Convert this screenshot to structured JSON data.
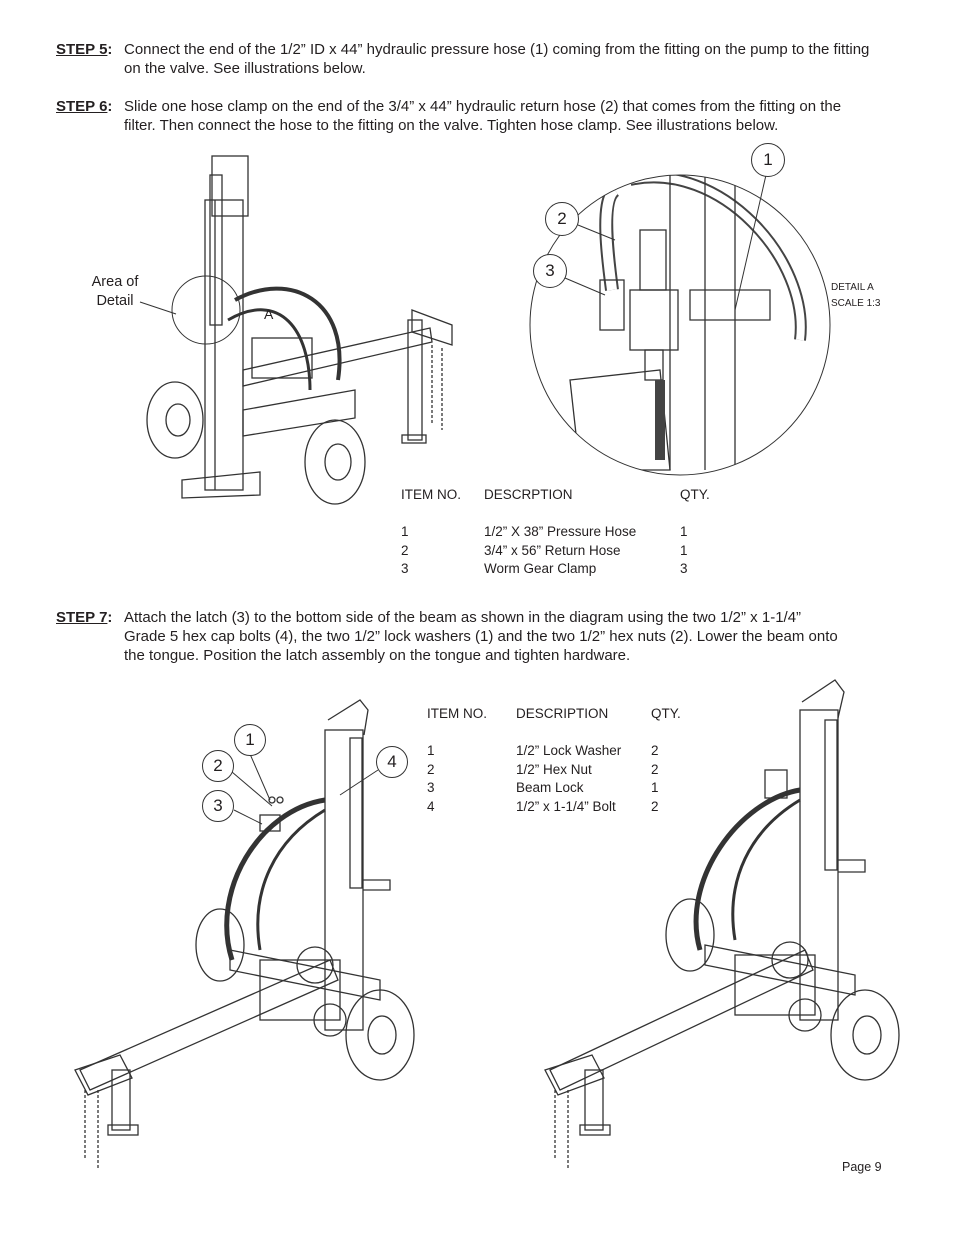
{
  "steps": {
    "step5": {
      "label": "STEP 5",
      "text": "Connect the end of the 1/2” ID x 44” hydraulic pressure hose (1) coming from the fitting on the pump to the fitting on the valve. See illustrations below."
    },
    "step6": {
      "label": "STEP 6",
      "text": "Slide one hose clamp on the end of the 3/4” x 44” hydraulic return hose (2) that comes from the fitting on the filter. Then connect the hose to the fitting on the valve. Tighten hose clamp. See illustrations below."
    },
    "step7": {
      "label": "STEP 7",
      "text": "Attach the latch (3) to the bottom side of the beam as shown in the diagram using the two 1/2” x 1-1/4” Grade 5 hex cap bolts (4), the two 1/2” lock washers (1) and the two 1/2” hex nuts (2). Lower the beam onto the tongue. Position the latch assembly on the tongue and tighten hardware."
    }
  },
  "figure1": {
    "area_label_line1": "Area of",
    "area_label_line2": "Detail",
    "detail_letter": "A",
    "detail_title": "DETAIL A",
    "detail_scale": "SCALE 1:3",
    "callouts": [
      "1",
      "2",
      "3"
    ]
  },
  "table1": {
    "headers": [
      "ITEM NO.",
      "DESCRPTION",
      "QTY."
    ],
    "rows": [
      [
        "1",
        "1/2” X 38” Pressure Hose",
        "1"
      ],
      [
        "2",
        "3/4” x 56” Return Hose",
        "1"
      ],
      [
        "3",
        "Worm Gear Clamp",
        "3"
      ]
    ]
  },
  "figure2": {
    "callouts": [
      "1",
      "2",
      "3",
      "4"
    ]
  },
  "table2": {
    "headers": [
      "ITEM NO.",
      "DESCRIPTION",
      "QTY."
    ],
    "rows": [
      [
        "1",
        "1/2” Lock Washer",
        "2"
      ],
      [
        "2",
        "1/2” Hex Nut",
        "2"
      ],
      [
        "3",
        "Beam Lock",
        "1"
      ],
      [
        "4",
        "1/2” x 1-1/4”  Bolt",
        "2"
      ]
    ]
  },
  "footer": {
    "page": "Page 9"
  }
}
